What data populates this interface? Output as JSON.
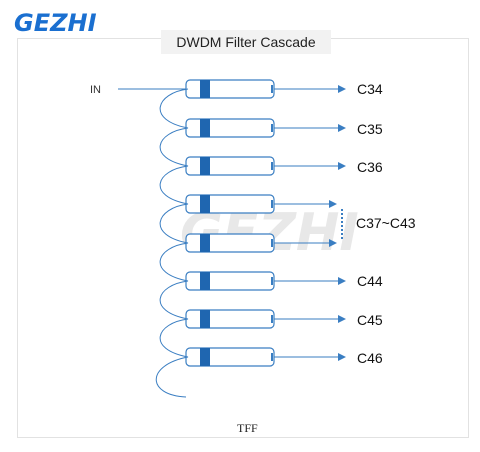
{
  "brand": {
    "logo_text": "GEZHI",
    "watermark_text": "GEZHI",
    "color": "#1a6fd0"
  },
  "diagram": {
    "title": "DWDM Filter Cascade",
    "input_label": "IN",
    "footer_label": "TFF",
    "filters": [
      {
        "label": "C34"
      },
      {
        "label": "C35"
      },
      {
        "label": "C36"
      },
      {
        "label": "C37~C43",
        "range": true
      },
      {
        "label": "C44"
      },
      {
        "label": "C45"
      },
      {
        "label": "C46"
      }
    ],
    "colors": {
      "line": "#3a7ec2",
      "filter_band": "#1f66b0",
      "text": "#111111"
    }
  }
}
